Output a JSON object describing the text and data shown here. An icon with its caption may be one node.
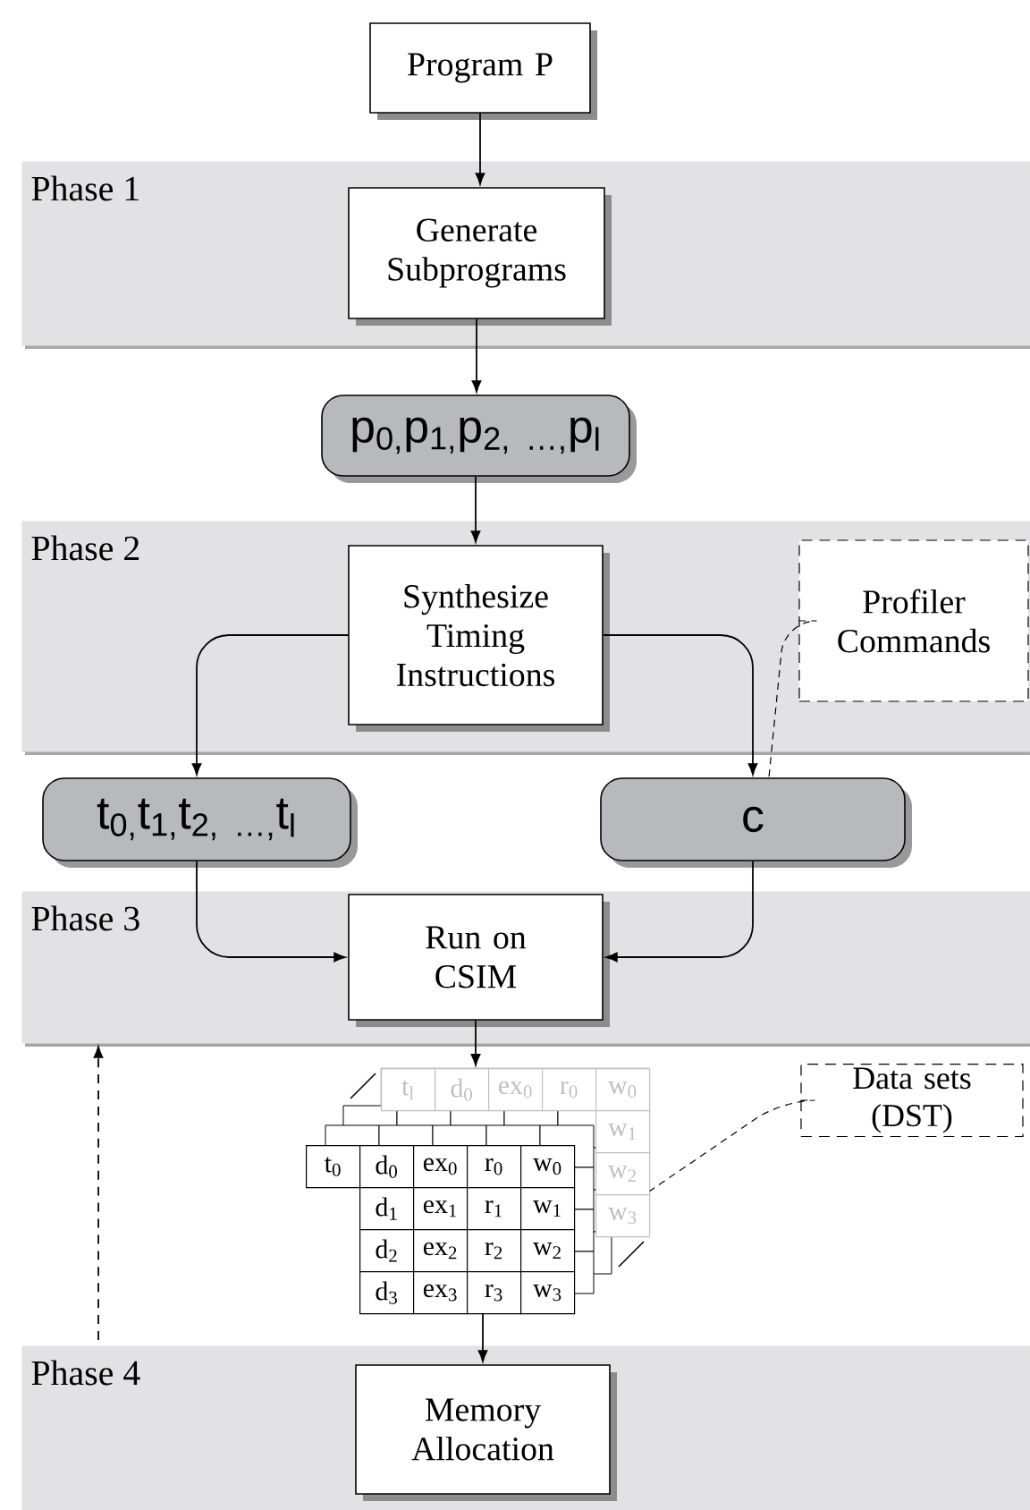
{
  "diagram": {
    "nodes": [
      {
        "text": [
          "Program P"
        ]
      },
      {
        "text": [
          "Phase 1"
        ]
      },
      {
        "text": [
          "Generate Subprograms"
        ],
        "in": 1
      },
      {
        "text": [
          "p$_{0,}$p$_{1,}$p$_{2, …,}$p$_{l}$"
        ]
      },
      {
        "text": [
          "Phase 2"
        ]
      },
      {
        "text": [
          "Synthesize Timing Instructions"
        ],
        "in": 4
      },
      {
        "text": [
          "Profiler Commands"
        ],
        "in": 4
      },
      {
        "text": [
          "t$_{0,}$t$_{1,}$t$_{2, …,}$t$_{l}$"
        ]
      },
      {
        "text": [
          "c"
        ]
      },
      {
        "text": [
          "Phase 3"
        ]
      },
      {
        "text": [
          "Run on CSIM"
        ],
        "in": 9
      },
      {
        "text": [],
        "shape": "picture"
      },
      {
        "text": [
          "Data sets (DST)"
        ]
      },
      {
        "text": [
          "Phase 4"
        ]
      },
      {
        "text": [
          "Memory Allocation"
        ],
        "in": 13
      }
    ],
    "edges": [
      {
        "from": 0,
        "to": 2,
        "arrow": "to"
      },
      {
        "from": 2,
        "to": 3,
        "arrow": "to"
      },
      {
        "from": 3,
        "to": 5,
        "arrow": "to"
      },
      {
        "from": 5,
        "to": 7,
        "arrow": "to"
      },
      {
        "from": 5,
        "to": 8,
        "arrow": "to"
      },
      {
        "from": 6,
        "to": 8,
        "arrow": "none",
        "style": "dashed"
      },
      {
        "from": 7,
        "to": 10,
        "arrow": "to"
      },
      {
        "from": 8,
        "to": 10,
        "arrow": "to"
      },
      {
        "from": 10,
        "to": 11,
        "arrow": "to"
      },
      {
        "from": 12,
        "to": 11,
        "arrow": "none",
        "style": "dashed"
      },
      {
        "from": 11,
        "to": 14,
        "arrow": "to"
      },
      {
        "from": 13,
        "to": 9,
        "arrow": "to",
        "style": "dashed"
      }
    ],
    "labels": [
      "t$_{l}$",
      "d$_{0}$",
      "ex$_{0}$",
      "r$_{0}$",
      "w$_{0}$",
      "w$_{1}$",
      "w$_{2}$",
      "w$_{3}$",
      "t$_{0}$",
      "d$_{0}$",
      "ex$_{0}$",
      "r$_{0}$",
      "w$_{0}$",
      "d$_{1}$",
      "ex$_{1}$",
      "r$_{1}$",
      "w$_{1}$",
      "d$_{2}$",
      "ex$_{2}$",
      "r$_{2}$",
      "w$_{2}$",
      "d$_{3}$",
      "ex$_{3}$",
      "r$_{3}$",
      "w$_{3}$"
    ]
  }
}
